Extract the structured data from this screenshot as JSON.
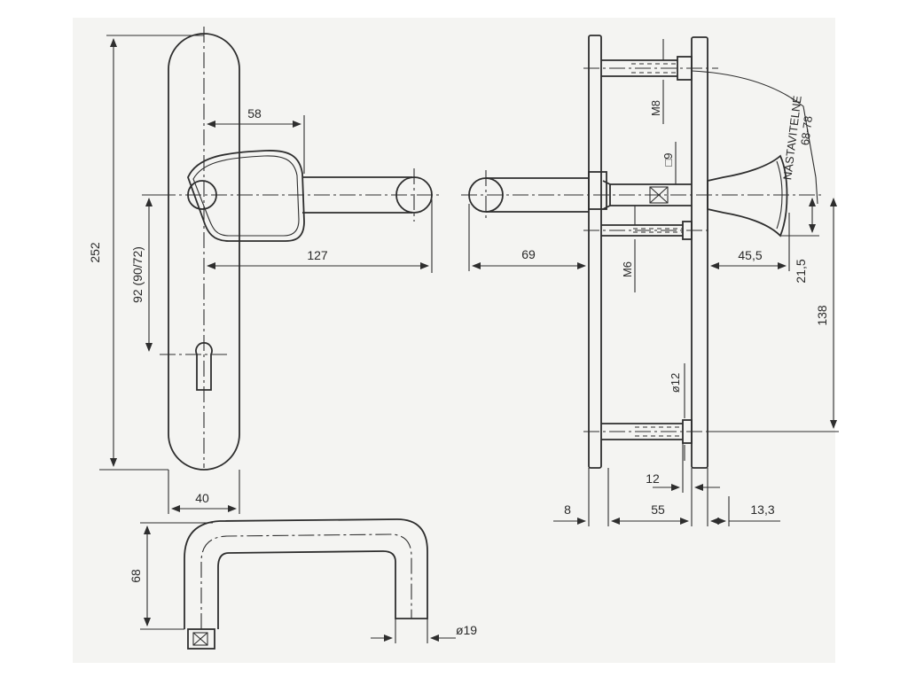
{
  "colors": {
    "paper": "#f4f4f2",
    "ink": "#2e2e2e",
    "background": "#ffffff"
  },
  "dimensions": {
    "overall_height": "252",
    "backplate_width": "40",
    "spindle_to_keyhole": "92 (90/72)",
    "handle_spread": "58",
    "handle_length": "127",
    "handle_projection": "69",
    "plate_spacing": "55",
    "outer_plate_offset": "8",
    "knob_plate_thickness": "13,3",
    "bolt_offset": "12",
    "spindle_to_bolt": "45,5",
    "spindle_to_screw": "21,5",
    "bolt_distance": "138",
    "upper_screw_thread": "M8",
    "lower_screw_thread": "M6",
    "spindle_square": "□9",
    "bolt_diameter": "ø12",
    "handle_height": "68",
    "handle_bar_diameter": "ø19"
  },
  "notes": {
    "adjustable_label": "NASTAVITELNÉ",
    "adjustable_range": "68-78"
  }
}
